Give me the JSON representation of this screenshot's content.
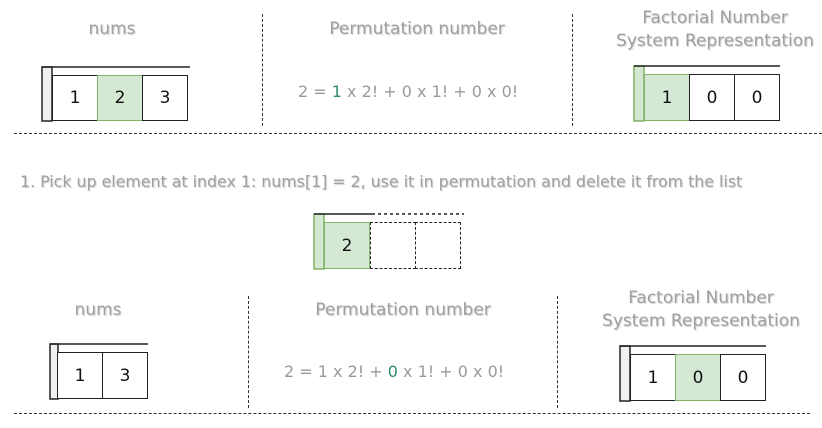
{
  "top": {
    "nums_label": "nums",
    "nums_values": [
      "1",
      "2",
      "3"
    ],
    "perm_label": "Permutation number",
    "equation": {
      "lhs": "2 = ",
      "t1_coef": "1",
      "t1_rest": " x 2! + ",
      "t2_coef": "0",
      "t2_rest": " x 1! + ",
      "t3": "0 x 0!"
    },
    "fns_label_line1": "Factorial Number",
    "fns_label_line2": "System Representation",
    "fns_values": [
      "1",
      "0",
      "0"
    ]
  },
  "step_text": "1. Pick up element at index 1: nums[1] = 2, use it in permutation and delete it from the list",
  "picked": {
    "values": [
      "2",
      "",
      ""
    ]
  },
  "bottom": {
    "nums_label": "nums",
    "nums_values": [
      "1",
      "3"
    ],
    "perm_label": "Permutation number",
    "equation": {
      "lhs": "2 = ",
      "t1_coef": "1",
      "t1_rest": " x 2! + ",
      "t2_coef": "0",
      "t2_rest": " x 1! + ",
      "t3": "0 x 0!"
    },
    "fns_label_line1": "Factorial Number",
    "fns_label_line2": "System Representation",
    "fns_values": [
      "1",
      "0",
      "0"
    ]
  },
  "colors": {
    "highlight_fill": "#d5e8d4",
    "highlight_stroke": "#82b366",
    "highlight_text": "#2e8b6e",
    "label_gray": "#a0a0a0"
  }
}
